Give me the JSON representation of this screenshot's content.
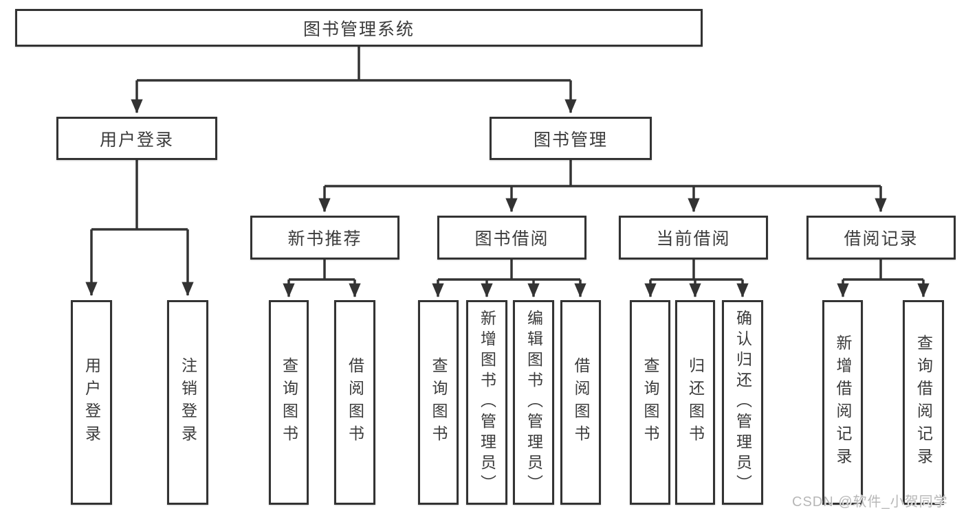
{
  "diagram": {
    "tree": {
      "root": {
        "label": "图书管理系统"
      },
      "branches": [
        {
          "label": "用户登录",
          "leaves": [
            "用户登录",
            "注销登录"
          ]
        },
        {
          "label": "图书管理",
          "groups": [
            {
              "label": "新书推荐",
              "leaves": [
                "查询图书",
                "借阅图书"
              ]
            },
            {
              "label": "图书借阅",
              "leaves": [
                "查询图书",
                "新增图书（管理员）",
                "编辑图书（管理员）",
                "借阅图书"
              ]
            },
            {
              "label": "当前借阅",
              "leaves": [
                "查询图书",
                "归还图书",
                "确认归还（管理员）"
              ]
            },
            {
              "label": "借阅记录",
              "leaves": [
                "新增借阅记录",
                "查询借阅记录"
              ]
            }
          ]
        }
      ]
    },
    "watermark": "CSDN @软件_小贺同学",
    "colors": {
      "line": "#333333",
      "text": "#3b3b3b",
      "background": "#ffffff",
      "watermark": "#b7b7b7"
    }
  }
}
